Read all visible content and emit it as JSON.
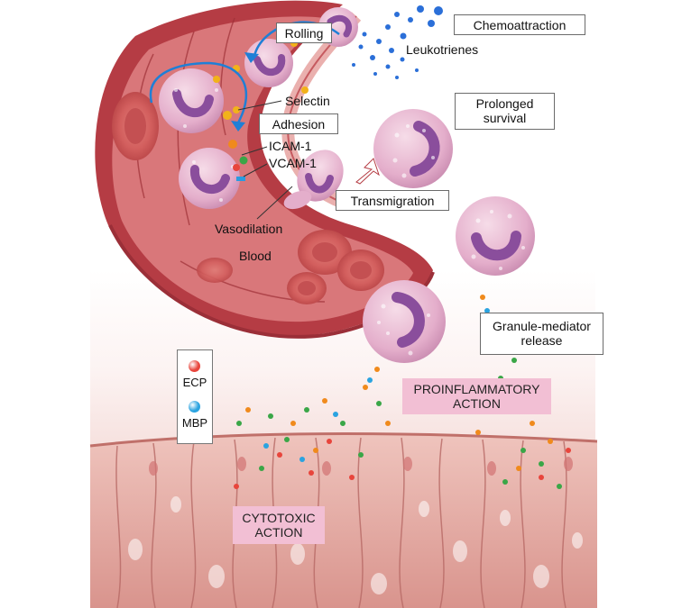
{
  "labels": {
    "rolling": "Rolling",
    "chemoattraction": "Chemoattraction",
    "leukotrienes": "Leukotrienes",
    "selectin": "Selectin",
    "adhesion": "Adhesion",
    "icam1": "ICAM-1",
    "vcam1": "VCAM-1",
    "prolonged_survival": [
      "Prolonged",
      "survival"
    ],
    "transmigration": "Transmigration",
    "vasodilation": "Vasodilation",
    "blood": "Blood",
    "granule_mediator_release": [
      "Granule-mediator",
      "release"
    ],
    "proinflammatory_action": [
      "PROINFLAMMATORY",
      "ACTION"
    ],
    "cytotoxic_action": [
      "CYTOTOXIC",
      "ACTION"
    ]
  },
  "legend": {
    "items": [
      {
        "label": "ECP",
        "color": "#e8453c"
      },
      {
        "label": "MBP",
        "color": "#2aa3e0"
      }
    ]
  },
  "colors": {
    "vessel_wall": "#c7474f",
    "vessel_interior": "#d9777a",
    "cell_body": "#e8b6cf",
    "nucleus": "#8a4e9c",
    "tissue": "#e8b3ad",
    "highlight_box": "#f2bfd4",
    "arrow_blue": "#1f7fd6",
    "chemo_blue": "#2b6fd8",
    "granule_green": "#3aa647",
    "granule_orange": "#f08a1c"
  }
}
